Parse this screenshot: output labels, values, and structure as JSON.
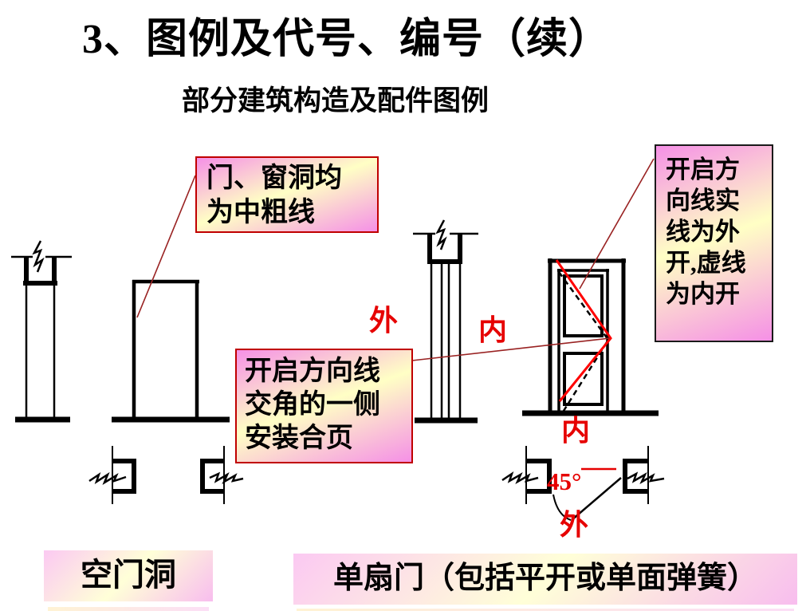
{
  "title": "3、图例及代号、编号（续）",
  "subtitle": "部分建筑构造及配件图例",
  "callouts": [
    {
      "id": "door-window-medium-line",
      "lines": [
        "门、窗洞均",
        "为中粗线"
      ]
    },
    {
      "id": "hinge-install-side",
      "lines": [
        "开启方向线",
        "交角的一侧",
        "安装合页"
      ]
    },
    {
      "id": "open-direction-line",
      "lines": [
        "开启方",
        "向线实",
        "线为外",
        "开,虚线",
        "为内开"
      ]
    }
  ],
  "labels": {
    "outside_upper": "外",
    "inside_upper": "内",
    "inside_lower": "内",
    "outside_lower": "外",
    "angle": "45°"
  },
  "captions": [
    {
      "id": "empty-door-opening",
      "text": "空门洞"
    },
    {
      "id": "single-leaf-door",
      "text": "单扇门（包括平开或单面弹簧）"
    }
  ],
  "colors": {
    "annotation_red": "#e60000",
    "direction_line_red": "#ff0000",
    "leader_dark_red": "#992222",
    "callout_border_red": "#c00000",
    "gradient_pink": "#f590e6",
    "gradient_yellow": "#ffffc5",
    "drawing_black": "#000000"
  }
}
